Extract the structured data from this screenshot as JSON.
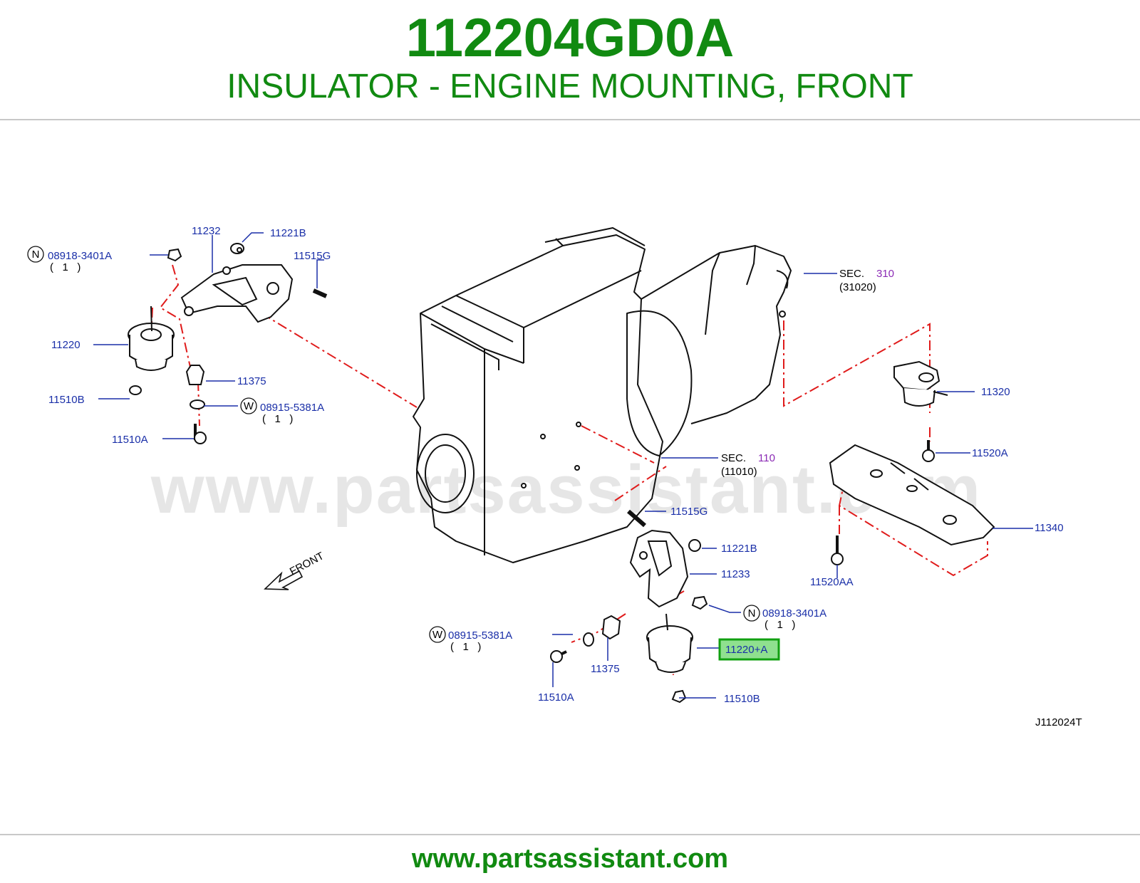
{
  "header": {
    "part_number": "112204GD0A",
    "description": "INSULATOR - ENGINE MOUNTING, FRONT"
  },
  "diagram": {
    "code": "J112024T",
    "watermark": "www.partsassistant.com",
    "front_label": "FRONT",
    "highlighted_part": "11220+A",
    "labels": {
      "l_11232": "11232",
      "l_11221B_top": "11221B",
      "l_11515G_top": "11515G",
      "l_08918_top": "08918-3401A",
      "l_08918_top_qty": "(   1   )",
      "l_11220": "11220",
      "l_11375_top": "11375",
      "l_08915_top": "08915-5381A",
      "l_08915_top_qty": "(   1   )",
      "l_11510B_top": "11510B",
      "l_11510A_top": "11510A",
      "l_sec310": "SEC.",
      "l_sec310_num": "310",
      "l_sec310_sub": "(31020)",
      "l_11320": "11320",
      "l_11520A": "11520A",
      "l_sec110": "SEC.",
      "l_sec110_num": "110",
      "l_sec110_sub": "(11010)",
      "l_11340": "11340",
      "l_11520AA": "11520AA",
      "l_11515G_bot": "11515G",
      "l_11221B_bot": "11221B",
      "l_11233": "11233",
      "l_08918_bot": "08918-3401A",
      "l_08918_bot_qty": "(   1   )",
      "l_08915_bot": "08915-5381A",
      "l_08915_bot_qty": "(   1   )",
      "l_11375_bot": "11375",
      "l_11220A": "11220+A",
      "l_11510A_bot": "11510A",
      "l_11510B_bot": "11510B",
      "badge_n": "N",
      "badge_w": "W"
    }
  },
  "footer": {
    "url": "www.partsassistant.com"
  },
  "colors": {
    "brand_green": "#118a11",
    "label_blue": "#1a2fa8",
    "section_purple": "#8b2bb5",
    "dash_red": "#e01b1b",
    "highlight_fill": "#8fe08f",
    "highlight_border": "#11a011"
  }
}
